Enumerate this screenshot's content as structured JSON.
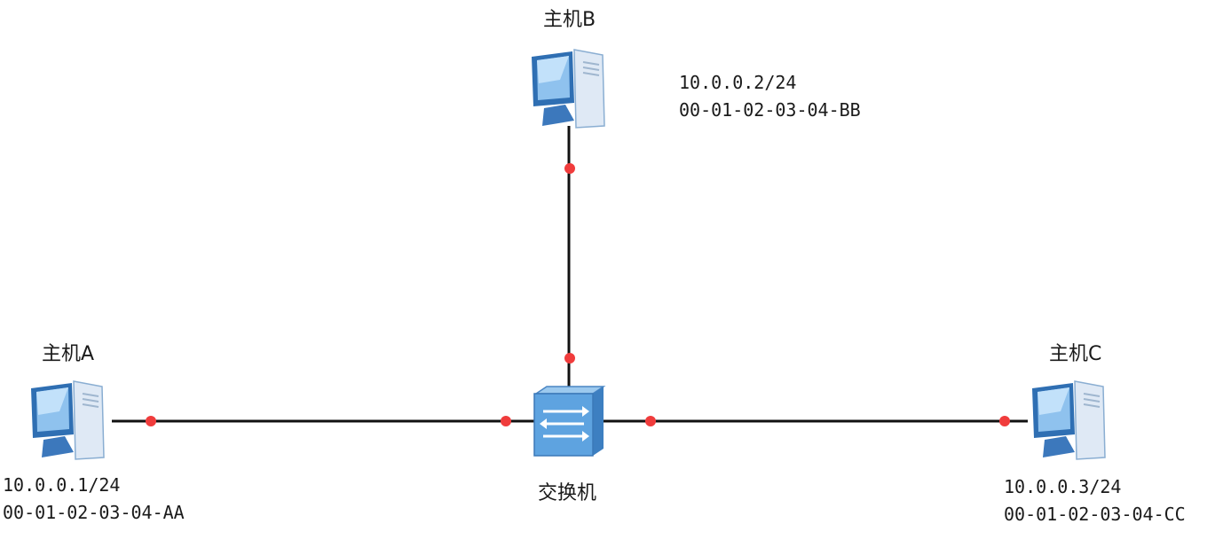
{
  "hosts": {
    "a": {
      "name": "主机A",
      "ip": "10.0.0.1/24",
      "mac": "00-01-02-03-04-AA",
      "icon": "computer-icon"
    },
    "b": {
      "name": "主机B",
      "ip": "10.0.0.2/24",
      "mac": "00-01-02-03-04-BB",
      "icon": "computer-icon"
    },
    "c": {
      "name": "主机C",
      "ip": "10.0.0.3/24",
      "mac": "00-01-02-03-04-CC",
      "icon": "computer-icon"
    }
  },
  "switch": {
    "name": "交换机",
    "icon": "switch-icon"
  },
  "colors": {
    "link": "#111111",
    "port": "#f03c3c",
    "device": "#5b9bd5"
  }
}
